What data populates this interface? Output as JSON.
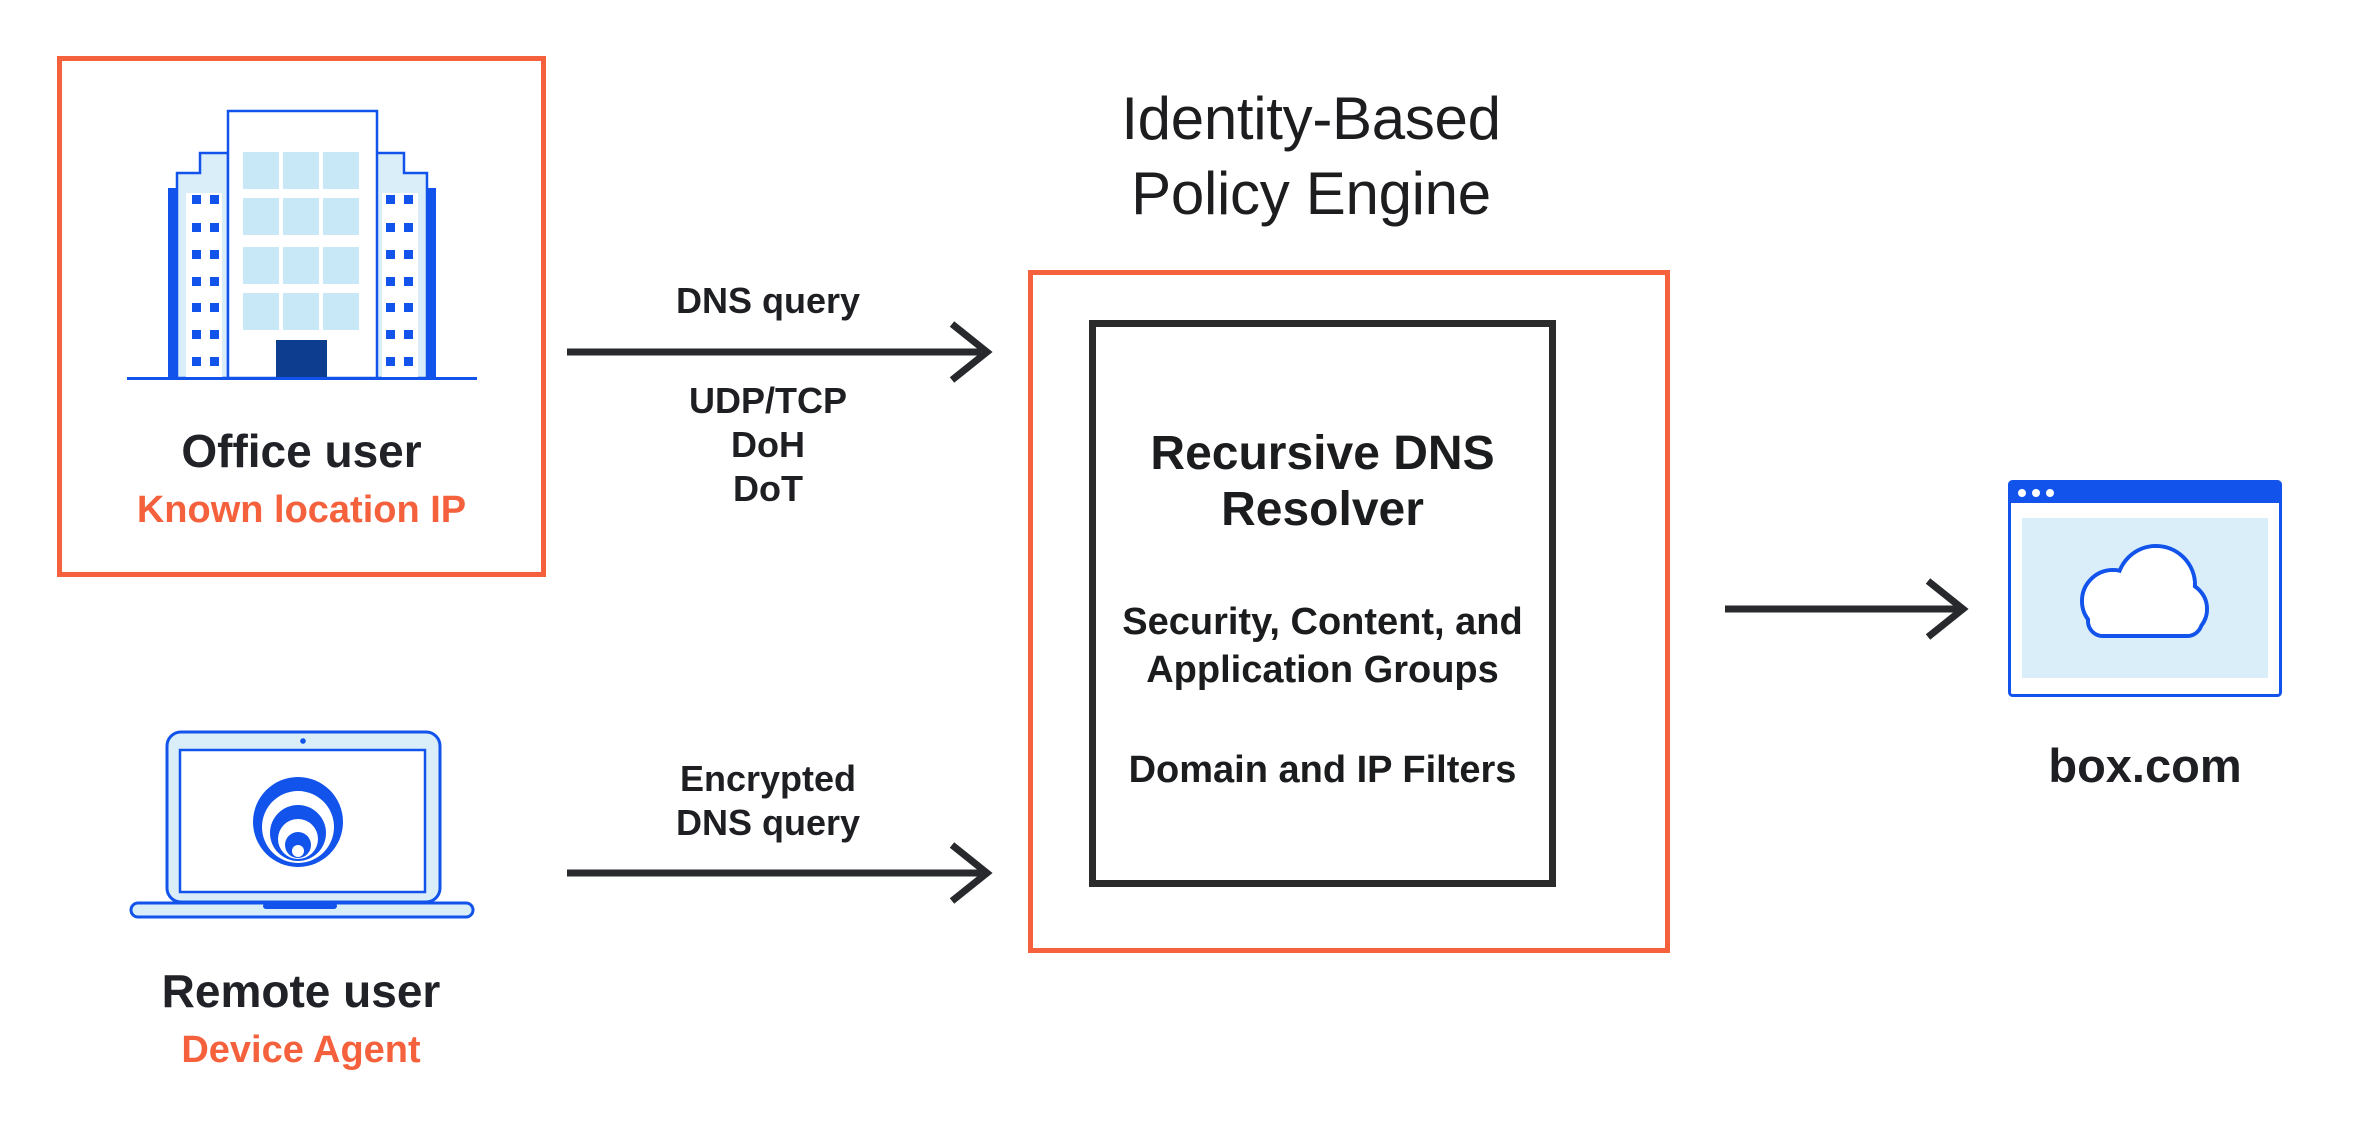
{
  "palette": {
    "orange": "#F4613C",
    "blue": "#1254EB",
    "light_blue": "#D9EEF9",
    "pane_blue": "#C9E8F7",
    "navy": "#0C3D8F",
    "ink": "#202227"
  },
  "header": {
    "title": "Identity-Based Policy Engine"
  },
  "sources": {
    "office": {
      "label": "Office user",
      "tag": "Known location IP",
      "icon": "office-building-icon"
    },
    "remote": {
      "label": "Remote user",
      "tag": "Device Agent",
      "icon": "laptop-agent-icon"
    }
  },
  "flows": {
    "office_to_engine": {
      "label": "DNS query",
      "protocols": [
        "UDP/TCP",
        "DoH",
        "DoT"
      ]
    },
    "remote_to_engine": {
      "label": "Encrypted DNS query"
    }
  },
  "engine": {
    "name": "Recursive DNS Resolver",
    "capabilities": [
      "Security, Content, and Application Groups",
      "Domain and IP Filters"
    ]
  },
  "destination": {
    "label": "box.com",
    "icon": "browser-cloud-icon"
  }
}
